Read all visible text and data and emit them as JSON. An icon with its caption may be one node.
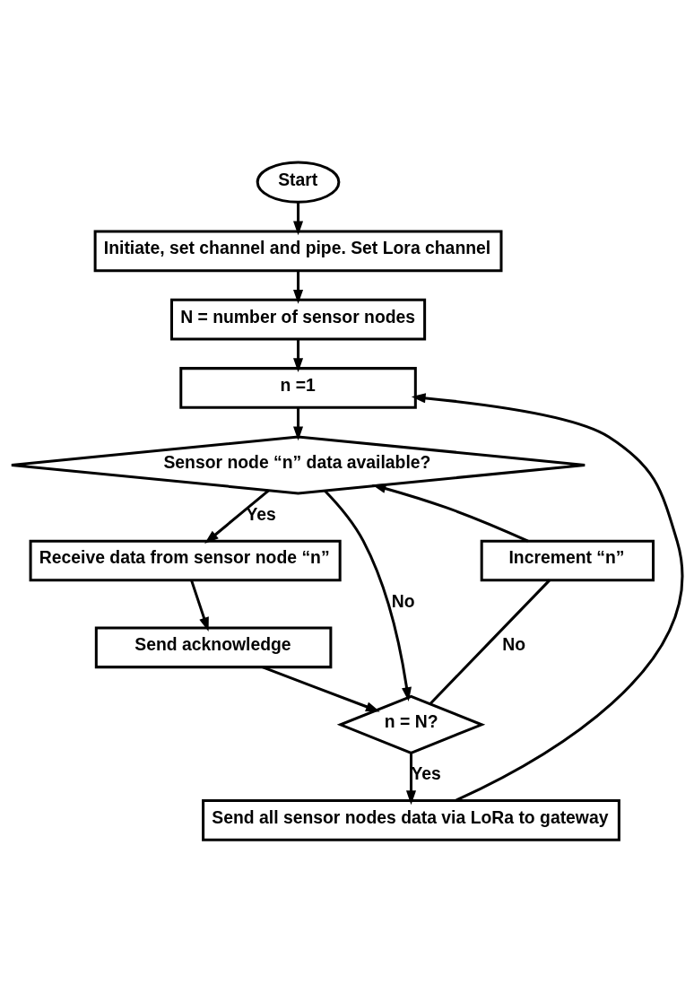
{
  "diagram": {
    "nodes": [
      {
        "text": [
          "Start"
        ]
      },
      {
        "text": [
          "Initiate, set channel and pipe. Set Lora channel"
        ]
      },
      {
        "text": [
          "N = number of sensor nodes"
        ]
      },
      {
        "text": [
          "n =1"
        ]
      },
      {
        "text": [
          "Sensor node “n” data available?"
        ]
      },
      {
        "text": [
          "Receive data from sensor node “n”"
        ]
      },
      {
        "text": [
          "Send acknowledge"
        ]
      },
      {
        "text": [
          "n = N?"
        ]
      },
      {
        "text": [
          "Send all sensor nodes data via LoRa to gateway"
        ]
      },
      {
        "text": [
          "Increment “n”"
        ]
      }
    ],
    "edges": [
      {
        "from": 0,
        "to": 1,
        "arrow": "to"
      },
      {
        "from": 1,
        "to": 2,
        "arrow": "to"
      },
      {
        "from": 2,
        "to": 3,
        "arrow": "to"
      },
      {
        "from": 3,
        "to": 4,
        "arrow": "to"
      },
      {
        "from": 4,
        "to": 5,
        "arrow": "to",
        "label": "Yes"
      },
      {
        "from": 5,
        "to": 6,
        "arrow": "to"
      },
      {
        "from": 6,
        "to": 7,
        "arrow": "to"
      },
      {
        "from": 4,
        "to": 7,
        "arrow": "to",
        "label": "No"
      },
      {
        "from": 7,
        "to": 8,
        "arrow": "to",
        "label": "Yes"
      },
      {
        "from": 7,
        "to": 9,
        "arrow": "none",
        "label": "No"
      },
      {
        "from": 9,
        "to": 4,
        "arrow": "to"
      },
      {
        "from": 8,
        "to": 3,
        "arrow": "to"
      }
    ]
  }
}
